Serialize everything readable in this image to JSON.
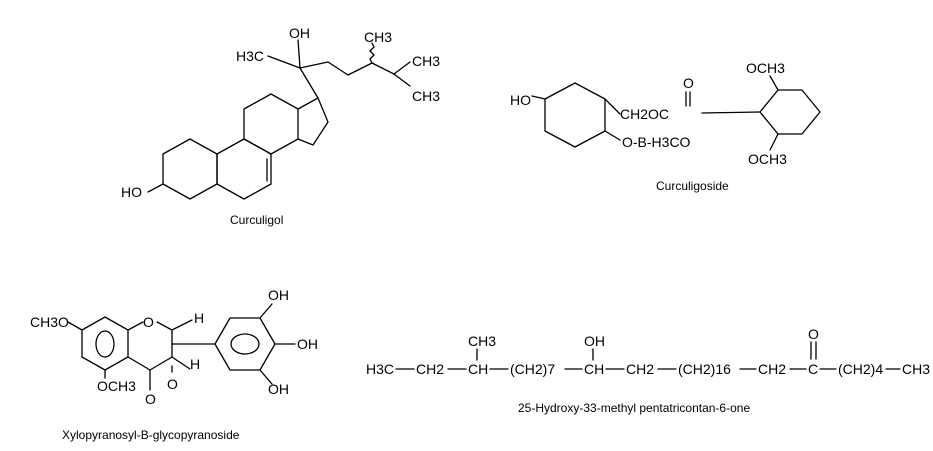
{
  "compounds": {
    "curculigol": {
      "name": "Curculigol",
      "labels": {
        "oh_top": "OH",
        "ch3_top": "CH3",
        "h3c_left": "H3C",
        "ch3_right1": "CH3",
        "ch3_right2": "CH3",
        "ho": "HO"
      }
    },
    "curculigoside": {
      "name": "Curculigoside",
      "labels": {
        "ho": "HO",
        "ch2oc": "CH2OC",
        "carbonyl_o": "O",
        "obh3co": "O-B-H3CO",
        "och3_top": "OCH3",
        "och3_bottom": "OCH3"
      }
    },
    "xylopyranosyl": {
      "name": "Xylopyranosyl-B-glycopyranoside",
      "labels": {
        "ch3o": "CH3O",
        "ring_o": "O",
        "h_top": "H",
        "h_mid": "H",
        "o_sub": "O",
        "keto_o": "O",
        "och3": "OCH3",
        "oh1": "OH",
        "oh2": "OH",
        "oh3": "OH"
      }
    },
    "pentatricontanone": {
      "name": "25-Hydroxy-33-methyl pentatricontan-6-one",
      "formula": {
        "ch3_top": "CH3",
        "oh_top": "OH",
        "keto_o": "O",
        "chain": [
          "H3C",
          "CH2",
          "CH",
          "(CH2)7",
          "CH",
          "CH2",
          "(CH2)16",
          "CH2",
          "C",
          "(CH2)4",
          "CH3"
        ]
      }
    }
  }
}
